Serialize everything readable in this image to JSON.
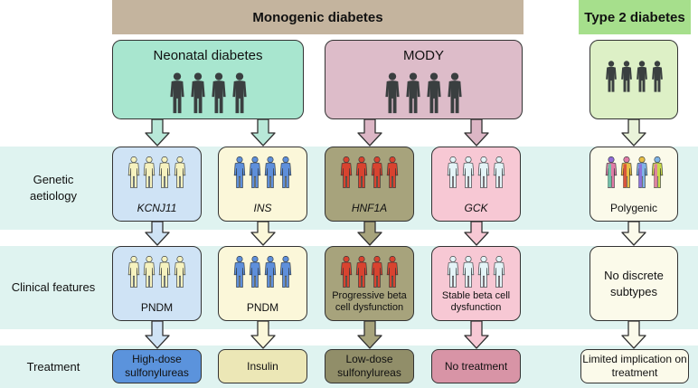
{
  "headers": {
    "monogenic": "Monogenic diabetes",
    "type2": "Type 2 diabetes"
  },
  "row_labels": {
    "genetic": "Genetic aetiology",
    "clinical": "Clinical features",
    "treatment": "Treatment"
  },
  "groups": {
    "neonatal": {
      "title": "Neonatal diabetes",
      "fill": "#a8e6cf"
    },
    "mody": {
      "title": "MODY",
      "fill": "#ddbcc9"
    },
    "type2": {
      "title": "",
      "fill": "#ddf0c6"
    }
  },
  "columns": [
    {
      "id": "kcnj11",
      "gene": "KCNJ11",
      "clinical": "PNDM",
      "treatment": "High-dose sulfonylureas",
      "box_fill": "#cfe3f5",
      "treat_fill": "#5b93dc",
      "person_color": "#f6f2bf",
      "arrow_fill": "#cfe3f5"
    },
    {
      "id": "ins",
      "gene": "INS",
      "clinical": "PNDM",
      "treatment": "Insulin",
      "box_fill": "#fbf7d9",
      "treat_fill": "#ece7b6",
      "person_color": "#5e8fdb",
      "arrow_fill": "#fbf7d9"
    },
    {
      "id": "hnf1a",
      "gene": "HNF1A",
      "clinical": "Progressive beta cell dysfunction",
      "treatment": "Low-dose sulfonylureas",
      "box_fill": "#a7a37c",
      "treat_fill": "#918e69",
      "person_color": "#d8432f",
      "arrow_fill": "#a7a37c"
    },
    {
      "id": "gck",
      "gene": "GCK",
      "clinical": "Stable beta cell dysfunction",
      "treatment": "No treatment",
      "box_fill": "#f7c8d4",
      "treat_fill": "#d894a6",
      "person_color": "#e4f4f7",
      "arrow_fill": "#f7c8d4"
    },
    {
      "id": "polygenic",
      "gene": "Polygenic",
      "clinical": "No discrete subtypes",
      "treatment": "Limited implication on treatment",
      "box_fill": "#fbfaea",
      "treat_fill": "#fbfaea",
      "person_color": "multicolor",
      "arrow_fill": "#fbfaea"
    }
  ],
  "colors": {
    "monogenic_header": "#c4b49e",
    "type2_header": "#a6df8c",
    "row_band": "#dff3f0",
    "silhouette": "#3a3f40",
    "neonatal_arrow": "#b8e8d8",
    "mody_arrow": "#dcb6c5",
    "type2_arrow": "#e9f3d9",
    "polygenic_person_palette": [
      "#8f6bd8",
      "#c9d94a",
      "#e07aa6",
      "#66c7a8",
      "#e7be45",
      "#d84a3a",
      "#7fb3e6"
    ]
  },
  "icons": [
    "person-icon"
  ]
}
